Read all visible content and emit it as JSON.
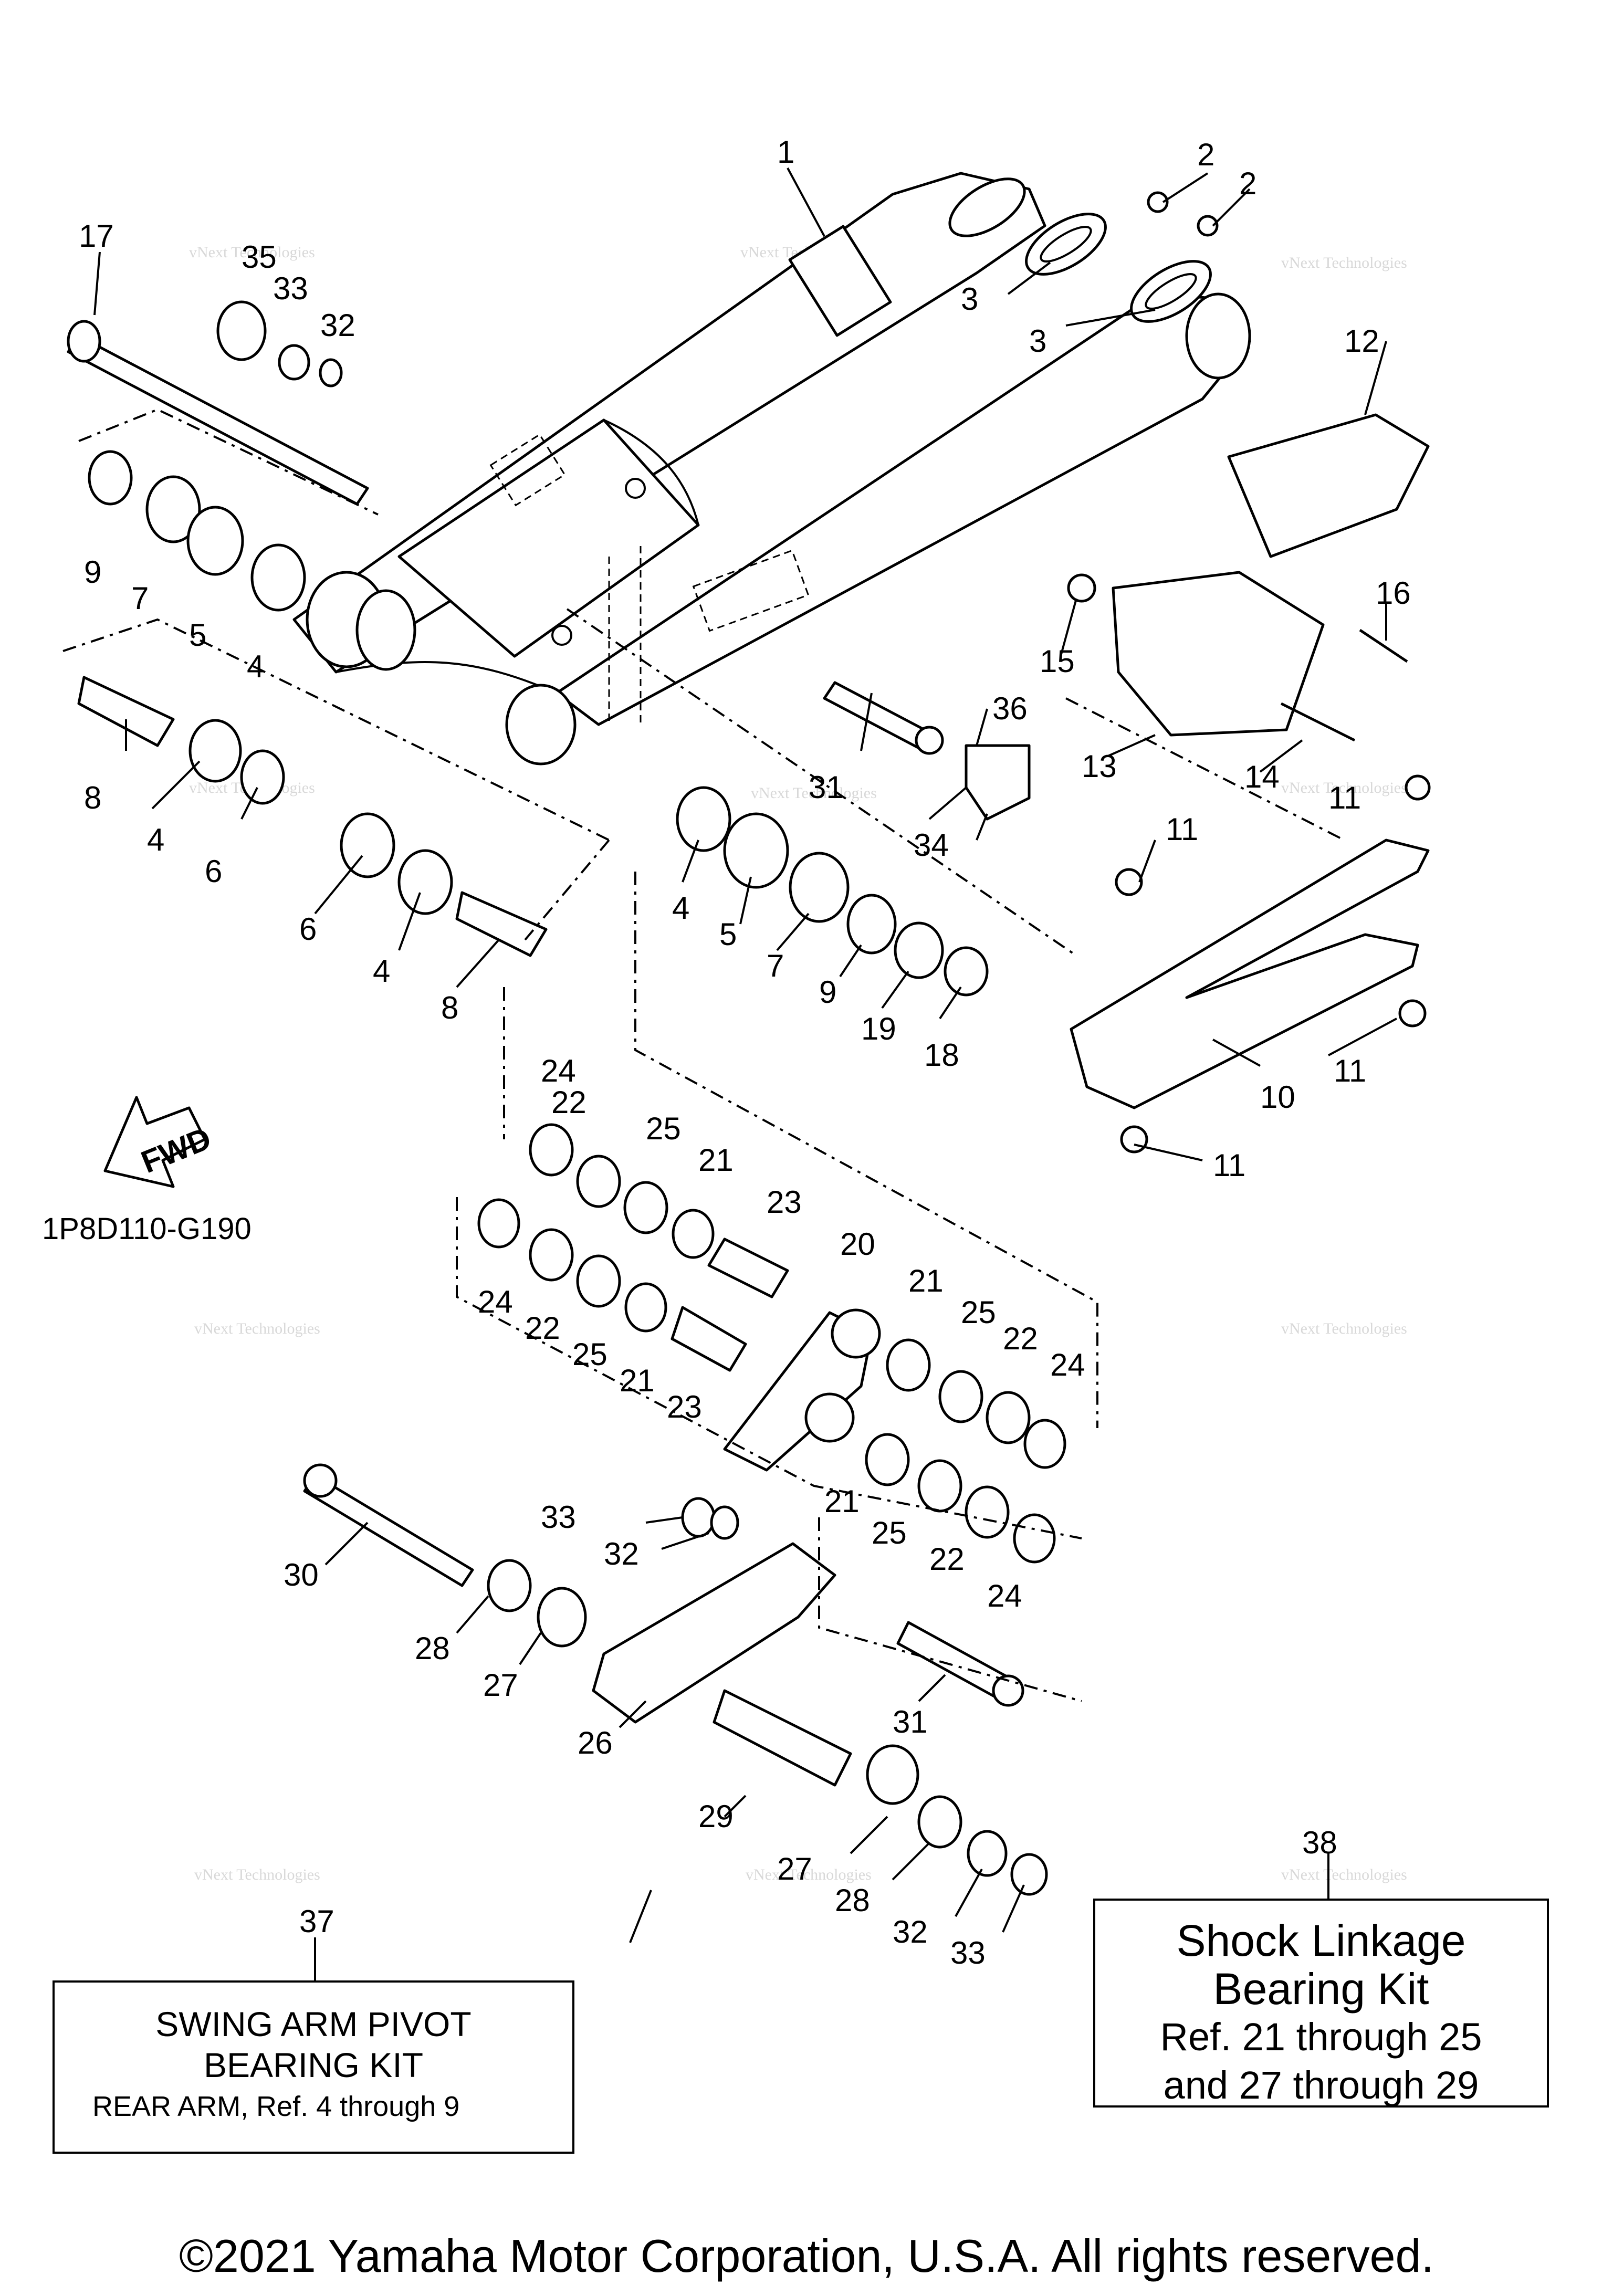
{
  "diagram_code": "1P8D110-G190",
  "fwd_label": "FWD",
  "callouts": [
    "1",
    "2",
    "2",
    "3",
    "3",
    "4",
    "4",
    "4",
    "4",
    "5",
    "5",
    "6",
    "6",
    "7",
    "7",
    "8",
    "8",
    "9",
    "9",
    "10",
    "11",
    "11",
    "11",
    "11",
    "12",
    "13",
    "14",
    "15",
    "16",
    "17",
    "18",
    "19",
    "20",
    "21",
    "21",
    "21",
    "21",
    "22",
    "22",
    "22",
    "22",
    "23",
    "23",
    "24",
    "24",
    "24",
    "24",
    "25",
    "25",
    "25",
    "25",
    "26",
    "27",
    "27",
    "28",
    "28",
    "29",
    "30",
    "31",
    "31",
    "32",
    "32",
    "32",
    "33",
    "33",
    "33",
    "34",
    "35",
    "36",
    "37",
    "38"
  ],
  "kits": {
    "swing_arm": {
      "ref": "37",
      "line1": "SWING ARM PIVOT",
      "line2": "BEARING KIT",
      "line3": "REAR ARM, Ref. 4 through 9"
    },
    "shock_linkage": {
      "ref": "38",
      "line1": "Shock Linkage",
      "line2": "Bearing Kit",
      "line3": "Ref. 21 through 25",
      "line4": "and 27 through 29"
    }
  },
  "watermark": "vNext Technologies",
  "copyright": "©2021 Yamaha Motor Corporation, U.S.A. All rights reserved."
}
